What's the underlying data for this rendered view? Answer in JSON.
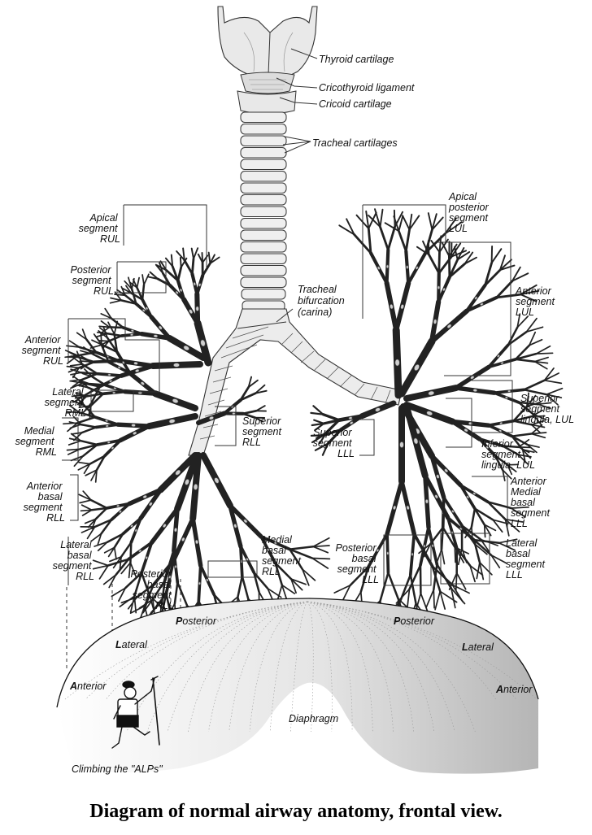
{
  "labels": {
    "thyroid": "Thyroid cartilage",
    "cricothyroid": "Cricothyroid ligament",
    "cricoid": "Cricoid cartilage",
    "tracheal_cartilages": "Tracheal cartilages",
    "carina": [
      "Tracheal",
      "bifurcation",
      "(carina)"
    ],
    "apical_rul": [
      "Apical",
      "segment",
      "RUL"
    ],
    "posterior_rul": [
      "Posterior",
      "segment",
      "RUL"
    ],
    "anterior_rul": [
      "Anterior",
      "segment",
      "RUL"
    ],
    "lateral_rml": [
      "Lateral",
      "segment",
      "RML"
    ],
    "medial_rml": [
      "Medial",
      "segment",
      "RML"
    ],
    "anterior_basal_rll": [
      "Anterior",
      "basal",
      "segment",
      "RLL"
    ],
    "lateral_basal_rll": [
      "Lateral",
      "basal",
      "segment",
      "RLL"
    ],
    "posterior_basal_rll": [
      "Posterior",
      "basal",
      "segment",
      "RLL"
    ],
    "medial_basal_rll": [
      "Medial",
      "basal",
      "segment",
      "RLL"
    ],
    "superior_rll": [
      "Superior",
      "segment",
      "RLL"
    ],
    "apical_posterior_lul": [
      "Apical",
      "posterior",
      "segment",
      "LUL"
    ],
    "anterior_lul": [
      "Anterior",
      "segment",
      "LUL"
    ],
    "superior_lingula": [
      "Superior",
      "segment",
      "lingula, LUL"
    ],
    "inferior_lingula": [
      "Inferior",
      "segment",
      "lingula, LUL"
    ],
    "superior_lll": [
      "Superior",
      "segment",
      "LLL"
    ],
    "anterior_medial_basal_lll": [
      "Anterior",
      "Medial",
      "basal",
      "segment",
      "LLL"
    ],
    "posterior_basal_lll": [
      "Posterior",
      "basal",
      "segment",
      "LLL"
    ],
    "lateral_basal_lll": [
      "Lateral",
      "basal",
      "segment",
      "LLL"
    ]
  },
  "diaphragm": {
    "label": "Diaphragm",
    "left": {
      "first": "P",
      "posterior": "osterior",
      "lateral_first": "L",
      "lateral": "ateral",
      "anterior_first": "A",
      "anterior": "nterior"
    },
    "right": {
      "first": "P",
      "posterior": "osterior",
      "lateral_first": "L",
      "lateral": "ateral",
      "anterior_first": "A",
      "anterior": "nterior"
    },
    "climber_caption": "Climbing the \"ALPs\""
  },
  "caption": "Diagram of normal airway anatomy, frontal view."
}
